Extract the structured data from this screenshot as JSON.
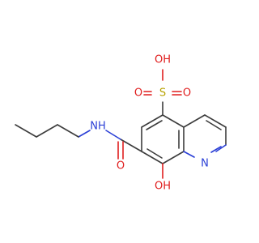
{
  "molecule": {
    "atoms": {
      "sulfonic_oh": "OH",
      "sulfonyl_o_left": "O",
      "sulfur": "S",
      "sulfonyl_o_right": "O",
      "amide_nh": "NH",
      "amide_o": "O",
      "ring_n": "N",
      "phenol_oh": "OH"
    },
    "colors": {
      "oxygen": "#e01e1e",
      "sulfur": "#b8a200",
      "nitrogen": "#2a3fd6",
      "carbon_bond": "#3c3c3c"
    }
  }
}
